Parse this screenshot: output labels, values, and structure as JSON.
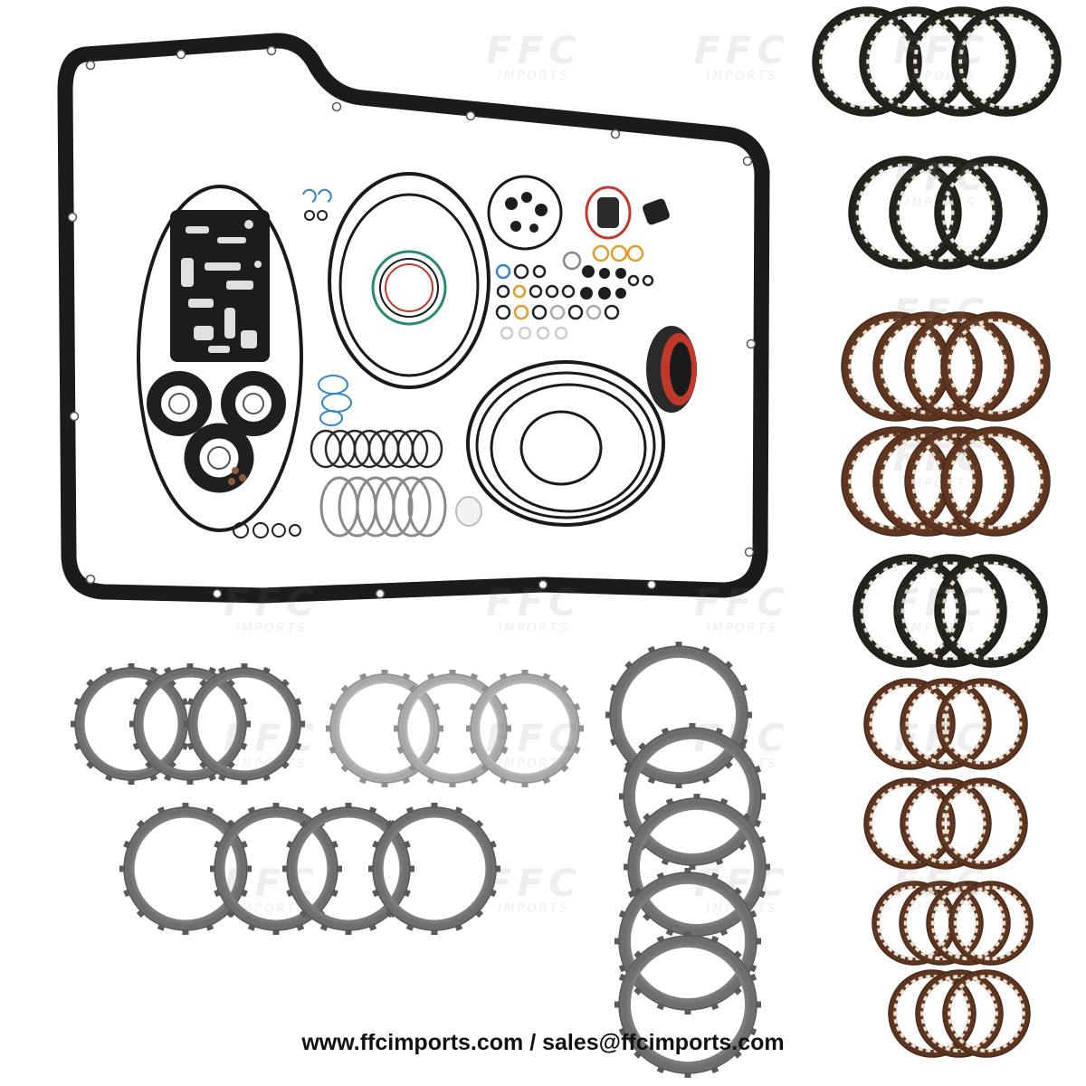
{
  "footer": {
    "website": "www.ffcimports.com",
    "separator": " / ",
    "email": "sales@ffcimports.com"
  },
  "watermark": {
    "line1": "FFC",
    "line2": "IMPORTS"
  },
  "colors": {
    "background": "#ffffff",
    "gasket": "#1b1b1b",
    "friction_dark": "#3a3a33",
    "friction_brown": "#7a4a30",
    "steel_plate": "#8e8e8e",
    "steel_light": "#c4c4c4",
    "seal_red": "#c0392b",
    "seal_blue": "#2f86c8",
    "seal_green": "#2a8a70",
    "seal_orange": "#e59a2a"
  },
  "icons": [
    "pan-gasket-icon",
    "valve-body-gasket-icon",
    "o-ring-icon",
    "lip-seal-icon",
    "clutch-disc-icon",
    "steel-plate-icon"
  ]
}
